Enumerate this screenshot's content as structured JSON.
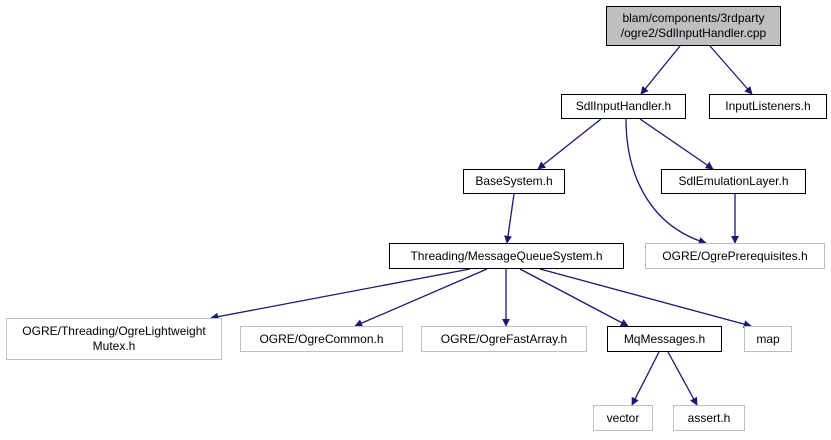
{
  "colors": {
    "edge": "#191970",
    "documented_border": "#000000",
    "external_border": "#bfbfbf",
    "root_fill": "#bfbfbf"
  },
  "nodes": {
    "root": {
      "lines": [
        "blam/components/3rdparty",
        "/ogre2/SdlInputHandler.cpp"
      ]
    },
    "sdl_input_handler": {
      "lines": [
        "SdlInputHandler.h"
      ]
    },
    "input_listeners": {
      "lines": [
        "InputListeners.h"
      ]
    },
    "base_system": {
      "lines": [
        "BaseSystem.h"
      ]
    },
    "sdl_emulation_layer": {
      "lines": [
        "SdlEmulationLayer.h"
      ]
    },
    "message_queue_system": {
      "lines": [
        "Threading/MessageQueueSystem.h"
      ]
    },
    "ogre_prerequisites": {
      "lines": [
        "OGRE/OgrePrerequisites.h"
      ]
    },
    "ogre_lightweight_mutex": {
      "lines": [
        "OGRE/Threading/OgreLightweight",
        "Mutex.h"
      ]
    },
    "ogre_common": {
      "lines": [
        "OGRE/OgreCommon.h"
      ]
    },
    "ogre_fast_array": {
      "lines": [
        "OGRE/OgreFastArray.h"
      ]
    },
    "mq_messages": {
      "lines": [
        "MqMessages.h"
      ]
    },
    "map": {
      "lines": [
        "map"
      ]
    },
    "vector": {
      "lines": [
        "vector"
      ]
    },
    "assert_h": {
      "lines": [
        "assert.h"
      ]
    }
  }
}
